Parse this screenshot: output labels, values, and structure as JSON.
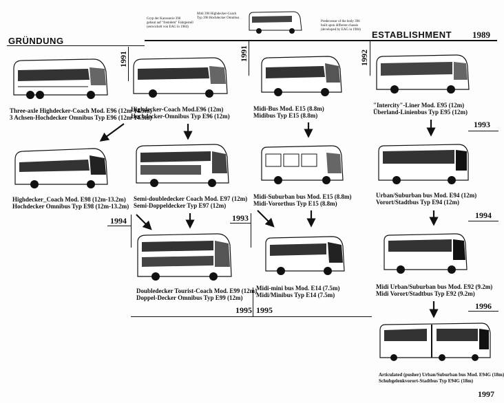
{
  "header": {
    "left_title": "GRÜNDUNG",
    "right_title": "ESTABLISHMENT",
    "year_right": "1989",
    "top_note_left": [
      "Gryp der Karosserie 396",
      "gebaut auf \"fremdem\" Fahrgestell",
      "(entwickelt von EAG in 1984)"
    ],
    "top_note_center": [
      "Midi 396 Highdecker-Coach",
      "Typ 396 Hochdecker Omnibus"
    ],
    "top_note_right": [
      "Predecessor of the body 396",
      "built upon different chassis",
      "(developed by EAG in 1984)"
    ]
  },
  "years": {
    "c1": "1991",
    "c2": "1991",
    "c3": "1992",
    "r2_right": "1993",
    "r3_left": "1994",
    "r3_mid": "1993",
    "r3_right": "1994",
    "r4_left": "1995",
    "r4_mid": "1995",
    "r4_right": "1996",
    "bottom": "1997"
  },
  "captions": {
    "e96_3axle": [
      "Three-axle Highdecker-Coach Mod. E96 (12m-14.5m)",
      "3 Achsen-Hochdecker Omnibus Typ E96 (12m-14.5m)"
    ],
    "e96": [
      "Highdecker-Coach Mod.E96 (12m)",
      "Hochdecker-Omnibus Typ E96 (12m)"
    ],
    "e15": [
      "Midi-Bus Mod. E15 (8.8m)",
      "Midibus Typ E15 (8.8m)"
    ],
    "e95": [
      "\"Intercity\"-Liner Mod. E95 (12m)",
      "Überland-Linienbus Typ E95 (12m)"
    ],
    "e98": [
      "Highdecker_Coach Mod. E98 (12m-13.2m)",
      "Hochdecker Omnibus Typ E98 (12m-13.2m)"
    ],
    "e97": [
      "Semi-doubledecker Coach Mod. E97 (12m)",
      "Semi-Doppeldecker Typ E97 (12m)"
    ],
    "e15s": [
      "Midi-Suburban bus Mod. E15 (8.8m)",
      "Midi-Vororthus Typ E15 (8.8m)"
    ],
    "e94": [
      "Urban/Suburban bus Mod. E94 (12m)",
      "Vorort/Stadtbus Typ E94 (12m)"
    ],
    "e99": [
      "Doubledecker Tourist-Coach Mod. E99 (12m)",
      "Doppel-Decker Omnibus Typ E99 (12m)"
    ],
    "e14": [
      "Midi-mini bus Mod. E14 (7.5m)",
      "Midi/Minibus Typ E14 (7.5m)"
    ],
    "e92": [
      "Midi Urban/Suburban bus Mod. E92 (9.2m)",
      "Midi Vorort/Stadtbus Typ E92 (9.2m)"
    ],
    "e94g": [
      "Articulated (pusher) Urban/Suburban bus Mod. E94G (18m)",
      "Schubgelenkvorort-Stadtbus Typ E94G (18m)"
    ]
  }
}
